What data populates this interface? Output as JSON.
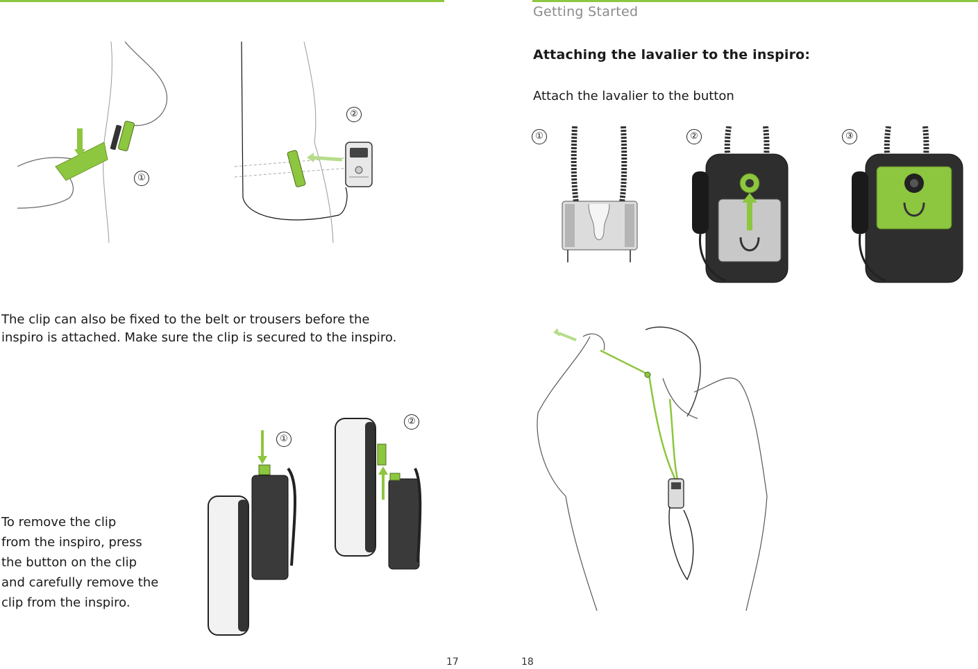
{
  "left_page": {
    "page_number": "17",
    "clip_text": "The clip can also be fixed to the belt or trousers before the inspiro is attached. Make sure the clip is secured to the inspiro.",
    "clip_text_line1": "The clip can also be fixed to the belt or trousers before the",
    "clip_text_line2": "inspiro is attached. Make sure the clip is secured to the inspiro.",
    "remove_lines": [
      "To remove the clip",
      "from the inspiro, press",
      "the button on the clip",
      "and carefully remove the",
      "clip from the inspiro."
    ],
    "steps_top": [
      "①",
      "②"
    ],
    "steps_bottom": [
      "①",
      "②"
    ]
  },
  "right_page": {
    "page_number": "18",
    "section_title": "Getting Started",
    "heading": "Attaching the lavalier to the inspiro:",
    "instruction": "Attach the lavalier to the button",
    "steps": [
      "①",
      "②",
      "③"
    ]
  },
  "colors": {
    "accent": "#8dc63f",
    "text": "#1a1a1a",
    "muted": "#8a8a8a"
  }
}
